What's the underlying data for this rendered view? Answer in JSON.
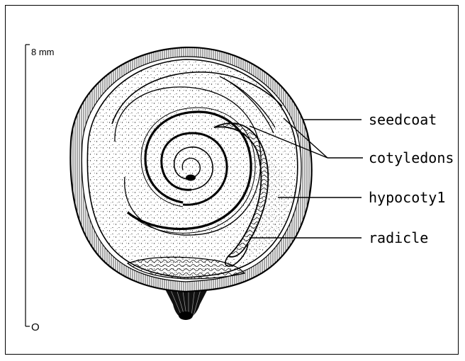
{
  "scale": {
    "top_label": "8 mm",
    "bottom_label": "O"
  },
  "labels": {
    "seedcoat": "seedcoat",
    "cotyledons": "cotyledons",
    "hypocotyl": "hypocoty1",
    "radicle": "radicle"
  }
}
